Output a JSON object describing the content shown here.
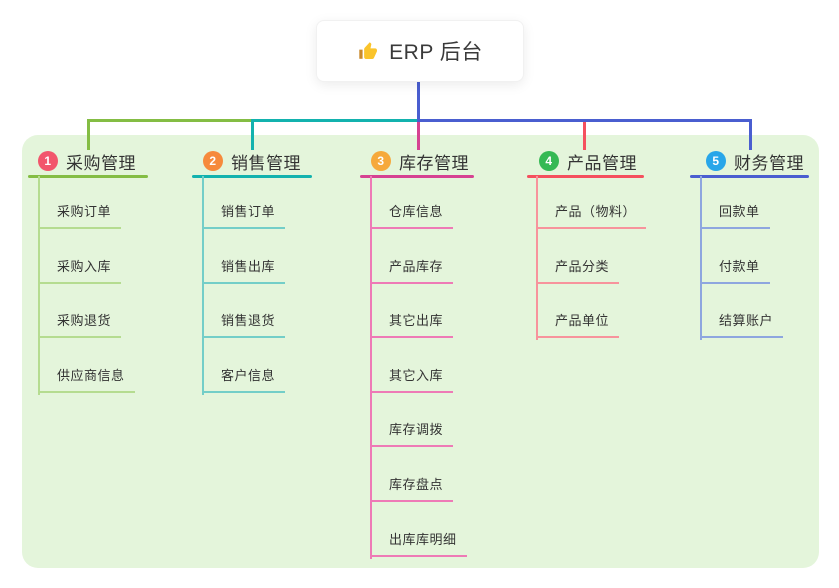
{
  "root": {
    "title": "ERP 后台",
    "icon": "thumbs-up-icon"
  },
  "branches": [
    {
      "number": "1",
      "label": "采购管理",
      "badge_color": "#f2566c",
      "accent_color": "#84bd44",
      "child_line_color": "#b5dc90",
      "children": [
        "采购订单",
        "采购入库",
        "采购退货",
        "供应商信息"
      ]
    },
    {
      "number": "2",
      "label": "销售管理",
      "badge_color": "#f68a3c",
      "accent_color": "#13b2ae",
      "child_line_color": "#73cec8",
      "children": [
        "销售订单",
        "销售出库",
        "销售退货",
        "客户信息"
      ]
    },
    {
      "number": "3",
      "label": "库存管理",
      "badge_color": "#f6a93b",
      "accent_color": "#d64292",
      "child_line_color": "#ee7ab6",
      "children": [
        "仓库信息",
        "产品库存",
        "其它出库",
        "其它入库",
        "库存调拨",
        "库存盘点",
        "出库库明细"
      ]
    },
    {
      "number": "4",
      "label": "产品管理",
      "badge_color": "#35b954",
      "accent_color": "#f5505e",
      "child_line_color": "#f7939c",
      "children": [
        "产品（物料）",
        "产品分类",
        "产品单位"
      ]
    },
    {
      "number": "5",
      "label": "财务管理",
      "badge_color": "#28a6e9",
      "accent_color": "#4a5ed0",
      "child_line_color": "#8ea6df",
      "children": [
        "回款单",
        "付款单",
        "结算账户"
      ]
    }
  ],
  "colors": {
    "canvas_bg": "#ffffff",
    "panel_bg": "#e4f5db",
    "root_line": "#4a5ed0",
    "text": "#333333"
  }
}
